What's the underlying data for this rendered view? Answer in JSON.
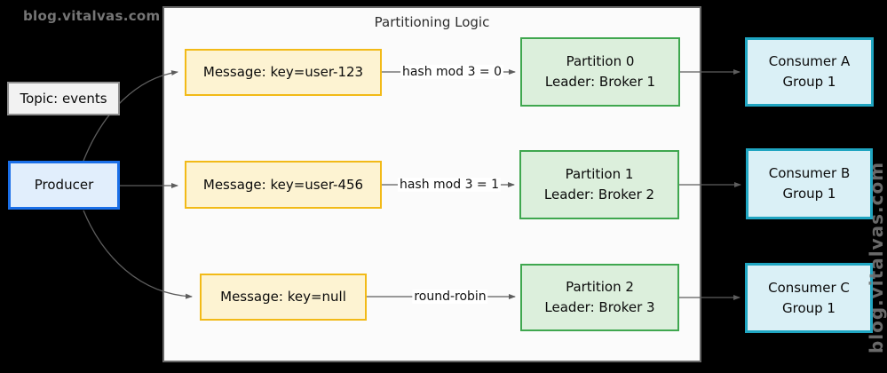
{
  "watermarks": {
    "top_left": "blog.vitalvas.com",
    "right_vertical": "blog.vitalvas.com"
  },
  "container": {
    "title": "Partitioning Logic"
  },
  "topic": {
    "label": "Topic: events"
  },
  "producer": {
    "label": "Producer"
  },
  "rows": [
    {
      "message": "Message: key=user-123",
      "rule": "hash mod 3 = 0",
      "partition": "Partition 0",
      "leader": "Leader: Broker 1",
      "consumer": "Consumer A",
      "group": "Group 1"
    },
    {
      "message": "Message: key=user-456",
      "rule": "hash mod 3 = 1",
      "partition": "Partition 1",
      "leader": "Leader: Broker 2",
      "consumer": "Consumer B",
      "group": "Group 1"
    },
    {
      "message": "Message: key=null",
      "rule": "round-robin",
      "partition": "Partition 2",
      "leader": "Leader: Broker 3",
      "consumer": "Consumer C",
      "group": "Group 1"
    }
  ],
  "colors": {
    "background": "#000000",
    "canvas_fill": "#fbfbfb",
    "canvas_border": "#686868",
    "message_fill": "#fdf3d2",
    "message_border": "#f2ba17",
    "partition_fill": "#dcefdc",
    "partition_border": "#3fa74f",
    "consumer_fill": "#daf0f6",
    "consumer_border": "#1fa5c1",
    "producer_fill": "#e1eefc",
    "producer_border": "#1a6fe8",
    "topic_fill": "#f2f2f2",
    "topic_border": "#909090",
    "edge_stroke": "#616161",
    "watermark_color": "#757575"
  }
}
